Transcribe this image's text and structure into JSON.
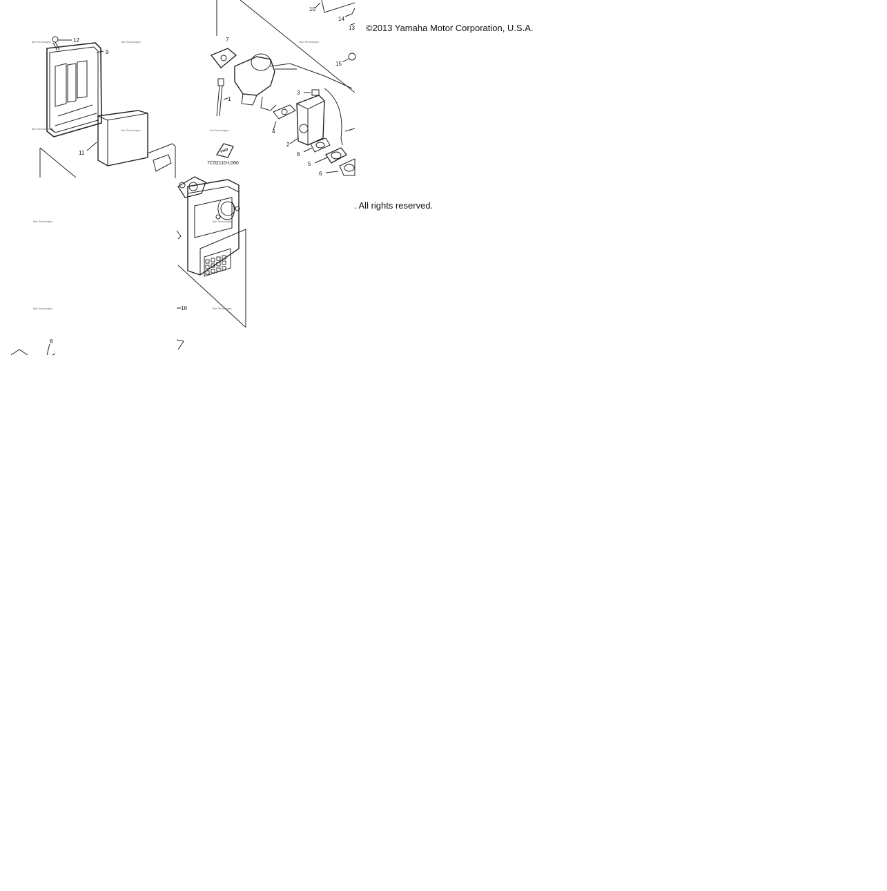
{
  "notice": {
    "copyright": "©2013 Yamaha Motor Corporation, U.S.A.",
    "rights": ". All rights reserved."
  },
  "diagram": {
    "code": "7C52110-L060",
    "fwd_label": "FWD",
    "watermark": "Bart Technologies",
    "callouts": [
      "12",
      "9",
      "11",
      "7",
      "1",
      "3",
      "4",
      "2",
      "6",
      "5",
      "6",
      "10",
      "14",
      "13",
      "15",
      "16",
      "8"
    ]
  },
  "colors": {
    "line": "#222222",
    "fill": "#ffffff",
    "text": "#111111"
  }
}
